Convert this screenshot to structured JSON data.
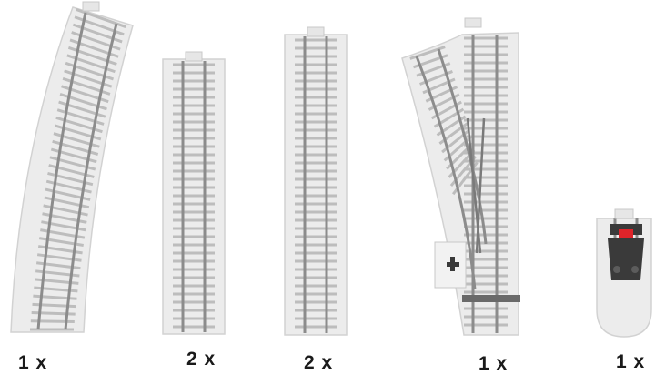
{
  "pieces": [
    {
      "id": "curved",
      "quantity": "1 x"
    },
    {
      "id": "straight-short",
      "quantity": "2 x"
    },
    {
      "id": "straight-long",
      "quantity": "2 x"
    },
    {
      "id": "switch",
      "quantity": "1 x"
    },
    {
      "id": "buffer-stop",
      "quantity": "1 x"
    }
  ],
  "colors": {
    "ballast": "#ececec",
    "ballast_edge": "#d2d2d2",
    "tie": "#bdbdbd",
    "rail": "#8c8c8c",
    "buffer_body": "#3a3a3a",
    "buffer_lamp": "#e0242a"
  }
}
